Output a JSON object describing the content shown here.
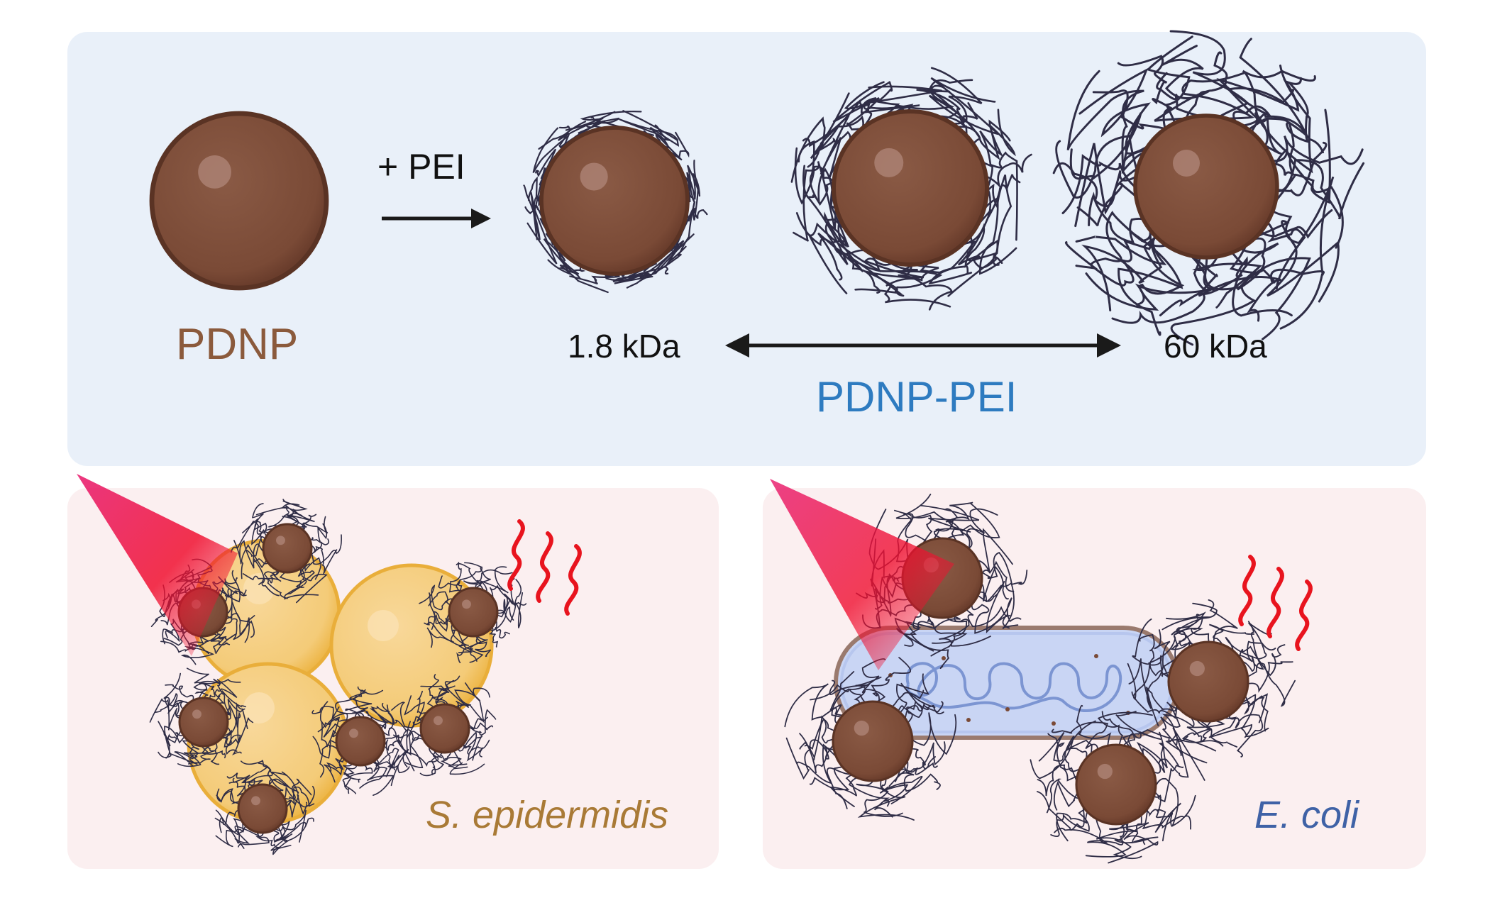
{
  "labels": {
    "pdnp": "PDNP",
    "add_pei": "+ PEI",
    "mw_low": "1.8 kDa",
    "mw_high": "60 kDa",
    "pdnp_pei": "PDNP-PEI",
    "s_epidermidis": "S. epidermidis",
    "e_coli": "E. coli"
  },
  "colors": {
    "top_panel": "#E9F0F9",
    "bottom_panel": "#FBEFF0",
    "particle": "#7A4A36",
    "particle_edge": "#5A3324",
    "pdnp_text": "#8B5A3C",
    "pdnp_pei_text": "#2E7BC0",
    "s_epidermidis_text": "#A97A36",
    "e_coli_text": "#3F62A6",
    "heat_wave": "#E8141E",
    "chain": "#2F2D46",
    "staph_cell": "#F3C667",
    "ecoli_cell": "#C9D5F4"
  }
}
